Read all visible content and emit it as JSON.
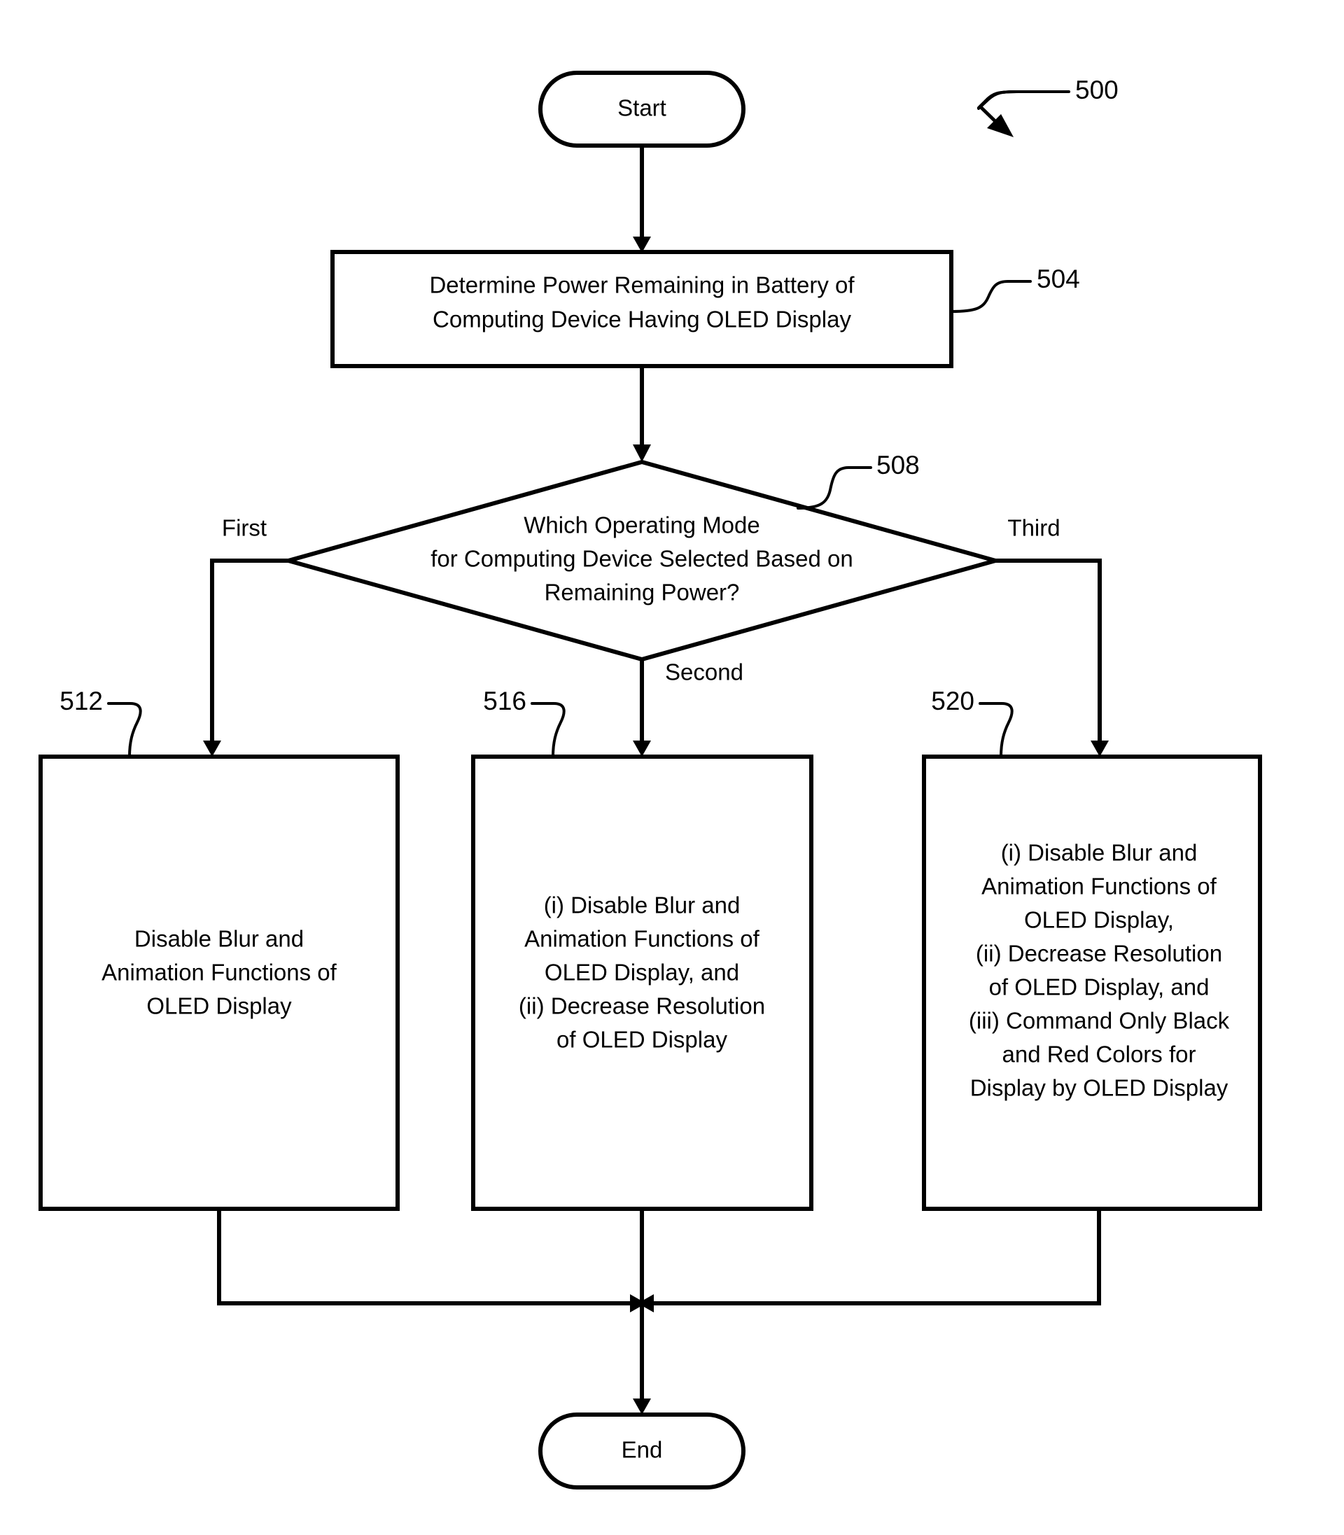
{
  "figure": {
    "reference_numeral": "500",
    "type": "patent-flowchart"
  },
  "nodes": {
    "start": {
      "label": "Start",
      "shape": "terminal"
    },
    "determine_power": {
      "reference": "504",
      "shape": "process",
      "lines": [
        "Determine Power Remaining in Battery of",
        "Computing Device Having OLED Display"
      ]
    },
    "decision": {
      "reference": "508",
      "shape": "decision",
      "lines": [
        "Which Operating Mode",
        "for Computing Device Selected Based on",
        "Remaining Power?"
      ]
    },
    "mode_first": {
      "reference": "512",
      "shape": "process",
      "lines": [
        "Disable Blur and",
        "Animation Functions of",
        "OLED Display"
      ]
    },
    "mode_second": {
      "reference": "516",
      "shape": "process",
      "lines": [
        "(i) Disable Blur and",
        "Animation Functions of",
        "OLED Display, and",
        "(ii) Decrease Resolution",
        "of OLED Display"
      ]
    },
    "mode_third": {
      "reference": "520",
      "shape": "process",
      "lines": [
        "(i) Disable Blur and",
        "Animation Functions of",
        "OLED Display,",
        "(ii) Decrease Resolution",
        "of OLED Display, and",
        "(iii) Command Only Black",
        "and Red Colors for",
        "Display by OLED Display"
      ]
    },
    "end": {
      "label": "End",
      "shape": "terminal"
    }
  },
  "branch_labels": {
    "left": "First",
    "middle": "Second",
    "right": "Third"
  },
  "colors": {
    "stroke": "#000000",
    "background": "#ffffff",
    "text": "#000000"
  }
}
